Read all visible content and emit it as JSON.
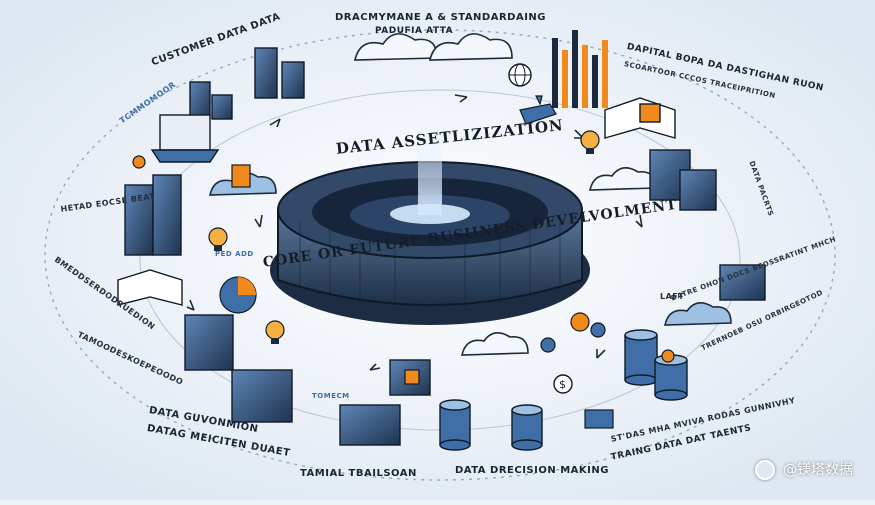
{
  "labels": {
    "top_center_1": "DRACMYMANE A & STANDARDAING",
    "top_center_2": "PADUFIA ATTA",
    "customer_data": "CUSTOMER DATA DATA",
    "capital": "DAPITAL BOPA DA DASTIGHAN RUON",
    "capital_2": "SCOARTOOR CCCOS TRACEIPRITION",
    "left_1": "HETAD EOCSE BEAT",
    "left_2": "BMEDDSERDODRUEDION",
    "left_3": "TAMOODESKOEPEOODO",
    "data_gov": "DATA GUVONMION",
    "data_meig": "DATAG MEICITEN DUAET",
    "tamial": "TAMIAL TBAILSOAN",
    "decision": "DATA DRECISION MAKING",
    "right_1": "ST'DAS MHA MVIVA RODAS GUNNIVHY",
    "right_2": "TRAING DATA DAT TAENTS",
    "right_3": "DATRE OHON DOCS BEOSSRATINT MHCH",
    "right_4": "TRERNOEB OSU ORBIRGEOTOD",
    "right_5": "DATA PACRTS",
    "tag_monitor": "TCMMOMOOR",
    "ped_add": "PED ADD",
    "laft": "LAFT",
    "tomecm": "TOMECM"
  },
  "center": {
    "title": "DATA ASSETLIZIZATION",
    "subtitle_1": "CORE OR FUTURE BUSIINESS DEVELVOLMENT"
  },
  "watermark": "@镁塔数据",
  "colors": {
    "accent_blue": "#3f6fa6",
    "dark_navy": "#1b2a3d",
    "accent_orange": "#f08a1c",
    "light_blue": "#9ec1e3"
  }
}
